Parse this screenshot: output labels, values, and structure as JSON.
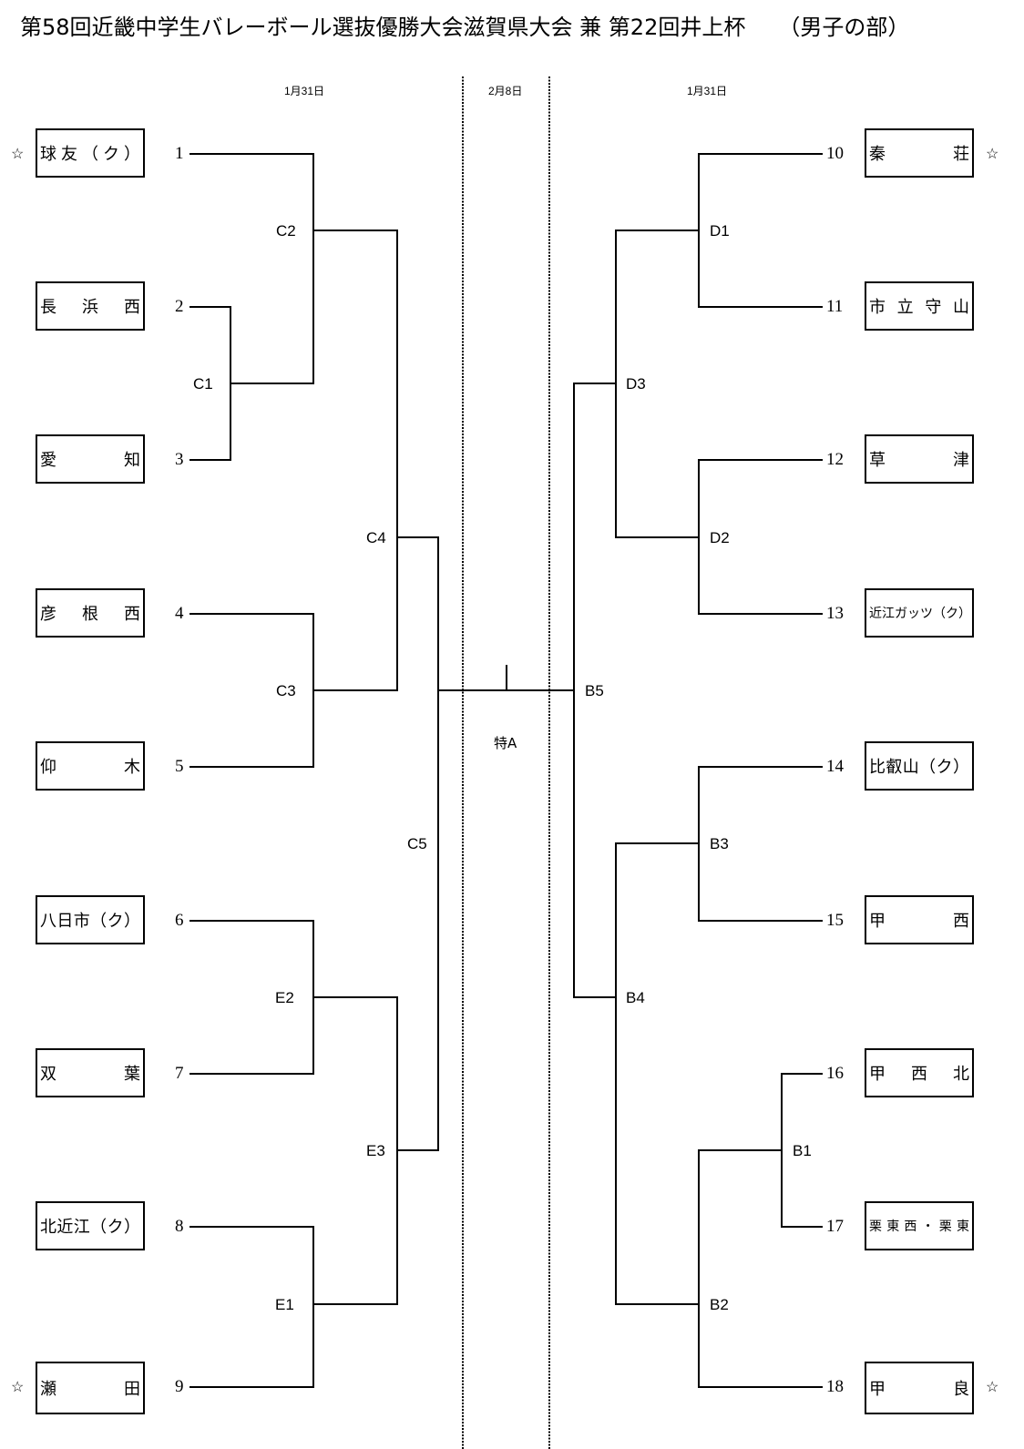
{
  "title": "第58回近畿中学生バレーボール選抜優勝大会滋賀県大会 兼 第22回井上杯　　（男子の部）",
  "dates": {
    "left": "1月31日",
    "center": "2月8日",
    "right": "1月31日"
  },
  "seed_mark": "☆",
  "left_teams": [
    {
      "num": "1",
      "name": [
        "球",
        "友",
        "（",
        "ク",
        "）"
      ],
      "seed": true
    },
    {
      "num": "2",
      "name": [
        "長",
        "浜",
        "西"
      ],
      "seed": false
    },
    {
      "num": "3",
      "name": [
        "愛",
        "知"
      ],
      "seed": false
    },
    {
      "num": "4",
      "name": [
        "彦",
        "根",
        "西"
      ],
      "seed": false
    },
    {
      "num": "5",
      "name": [
        "仰",
        "木"
      ],
      "seed": false
    },
    {
      "num": "6",
      "name": [
        "八",
        "日",
        "市",
        "（",
        "ク",
        "）"
      ],
      "seed": false
    },
    {
      "num": "7",
      "name": [
        "双",
        "葉"
      ],
      "seed": false
    },
    {
      "num": "8",
      "name": [
        "北",
        "近",
        "江",
        "（",
        "ク",
        "）"
      ],
      "seed": false
    },
    {
      "num": "9",
      "name": [
        "瀬",
        "田"
      ],
      "seed": true
    }
  ],
  "right_teams": [
    {
      "num": "10",
      "name": [
        "秦",
        "荘"
      ],
      "seed": true
    },
    {
      "num": "11",
      "name": [
        "市",
        "立",
        "守",
        "山"
      ],
      "seed": false
    },
    {
      "num": "12",
      "name": [
        "草",
        "津"
      ],
      "seed": false
    },
    {
      "num": "13",
      "name": [
        "近",
        "江",
        "ガ",
        "ッ",
        "ツ",
        "（",
        "ク",
        "）"
      ],
      "seed": false,
      "small": true
    },
    {
      "num": "14",
      "name": [
        "比",
        "叡",
        "山",
        "（",
        "ク",
        "）"
      ],
      "seed": false
    },
    {
      "num": "15",
      "name": [
        "甲",
        "西"
      ],
      "seed": false
    },
    {
      "num": "16",
      "name": [
        "甲",
        "西",
        "北"
      ],
      "seed": false
    },
    {
      "num": "17",
      "name": [
        "栗",
        "東",
        "西",
        "・",
        "栗",
        "東"
      ],
      "seed": false,
      "small": true
    },
    {
      "num": "18",
      "name": [
        "甲",
        "良"
      ],
      "seed": true
    }
  ],
  "matches": {
    "C1": "C1",
    "C2": "C2",
    "C3": "C3",
    "C4": "C4",
    "C5": "C5",
    "E1": "E1",
    "E2": "E2",
    "E3": "E3",
    "D1": "D1",
    "D2": "D2",
    "D3": "D3",
    "B1": "B1",
    "B2": "B2",
    "B3": "B3",
    "B4": "B4",
    "B5": "B5"
  },
  "final_label": "特A"
}
